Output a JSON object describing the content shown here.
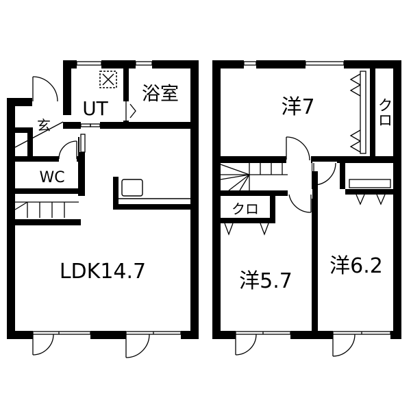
{
  "floor_1": {
    "rooms": {
      "ut": "UT",
      "bath": "浴室",
      "genkan": "玄",
      "wc": "WC",
      "ldk": "LDK14.7"
    }
  },
  "floor_2": {
    "rooms": {
      "western_7": "洋7",
      "closet_top": "クロ",
      "closet_mid": "クロ",
      "western_5_7": "洋5.7",
      "western_6_2": "洋6.2"
    }
  },
  "colors": {
    "wall": "#000000",
    "background": "#ffffff",
    "opening": "#ffffff"
  }
}
